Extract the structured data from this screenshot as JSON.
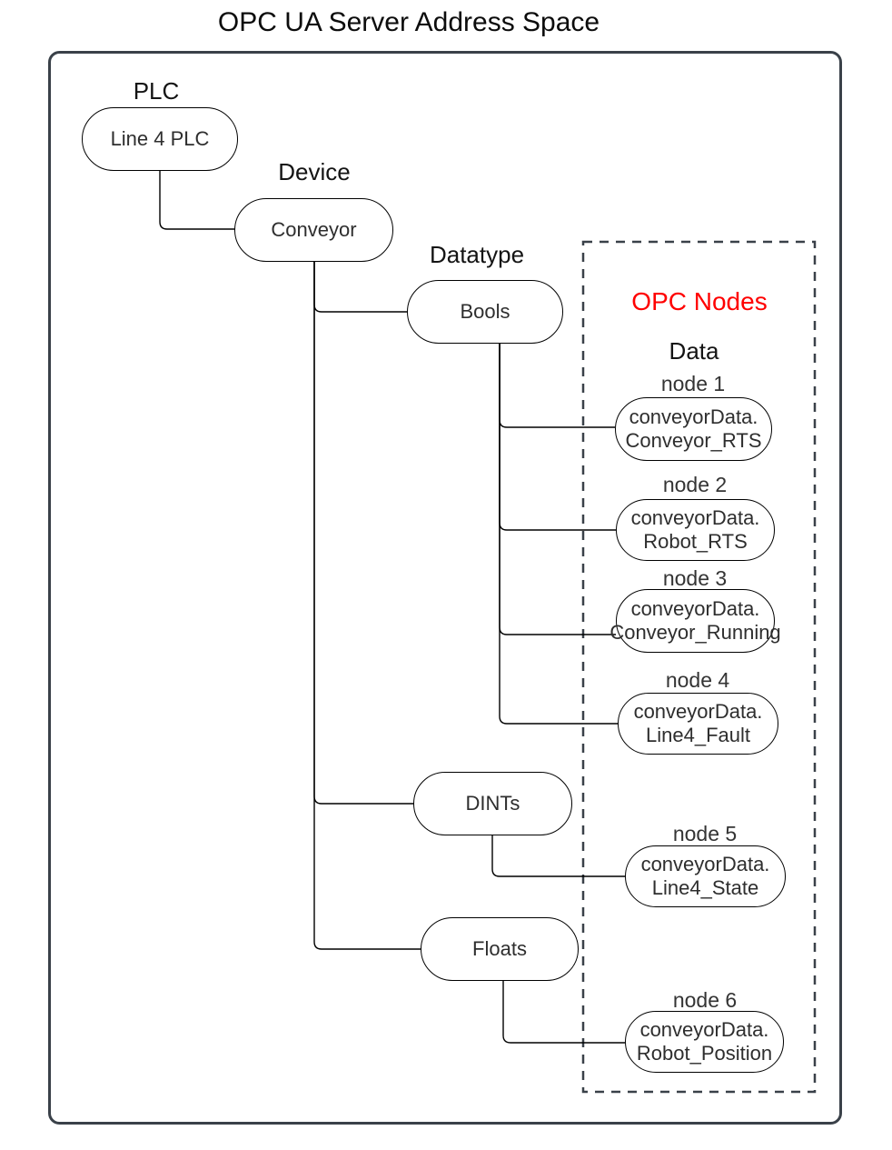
{
  "title": "OPC UA Server Address Space",
  "colors": {
    "opc_nodes_heading": "#FF0000",
    "frame_border": "#3A4149",
    "node_stroke": "#000000"
  },
  "groups": {
    "plc_label": "PLC",
    "device_label": "Device",
    "datatype_label": "Datatype"
  },
  "opc_box": {
    "heading": "OPC Nodes",
    "subheading": "Data"
  },
  "nodes": {
    "plc": "Line 4 PLC",
    "device": "Conveyor",
    "datatypes": [
      "Bools",
      "DINTs",
      "Floats"
    ],
    "opc": [
      {
        "label": "node 1",
        "line1": "conveyorData.",
        "line2": "Conveyor_RTS"
      },
      {
        "label": "node 2",
        "line1": "conveyorData.",
        "line2": "Robot_RTS"
      },
      {
        "label": "node 3",
        "line1": "conveyorData.",
        "line2": "Conveyor_Running"
      },
      {
        "label": "node 4",
        "line1": "conveyorData.",
        "line2": "Line4_Fault"
      },
      {
        "label": "node 5",
        "line1": "conveyorData.",
        "line2": "Line4_State"
      },
      {
        "label": "node 6",
        "line1": "conveyorData.",
        "line2": "Robot_Position"
      }
    ]
  }
}
